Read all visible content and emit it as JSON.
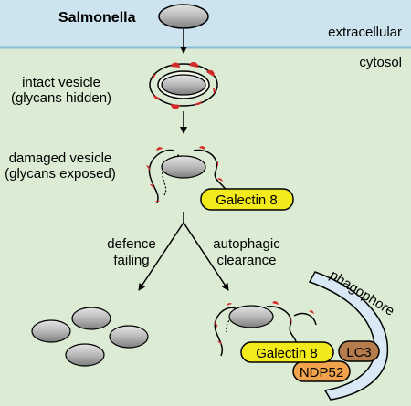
{
  "labels": {
    "salmonella": "Salmonella",
    "extracellular": "extracellular",
    "cytosol": "cytosol",
    "intact_line1": "intact vesicle",
    "intact_line2": "(glycans hidden)",
    "damaged_line1": "damaged vesicle",
    "damaged_line2": "(glycans exposed)",
    "galectin_upper": "Galectin 8",
    "defence_line1": "defence",
    "defence_line2": "failing",
    "clearance_line1": "autophagic",
    "clearance_line2": "clearance",
    "phagophore": "phagophore",
    "galectin_lower": "Galectin 8",
    "lc3": "LC3",
    "ndp52": "NDP52"
  },
  "colors": {
    "extracellular_bg": "#cde4ee",
    "cytosol_bg": "#dcebd4",
    "membrane_line": "#87bcd6",
    "glycan_red": "#d42a2a",
    "galectin_yellow": "#f3ea1b",
    "ndp52_orange": "#f0a24c",
    "lc3_brown": "#b77c4c",
    "phagophore_fill": "#d8e8f4"
  }
}
